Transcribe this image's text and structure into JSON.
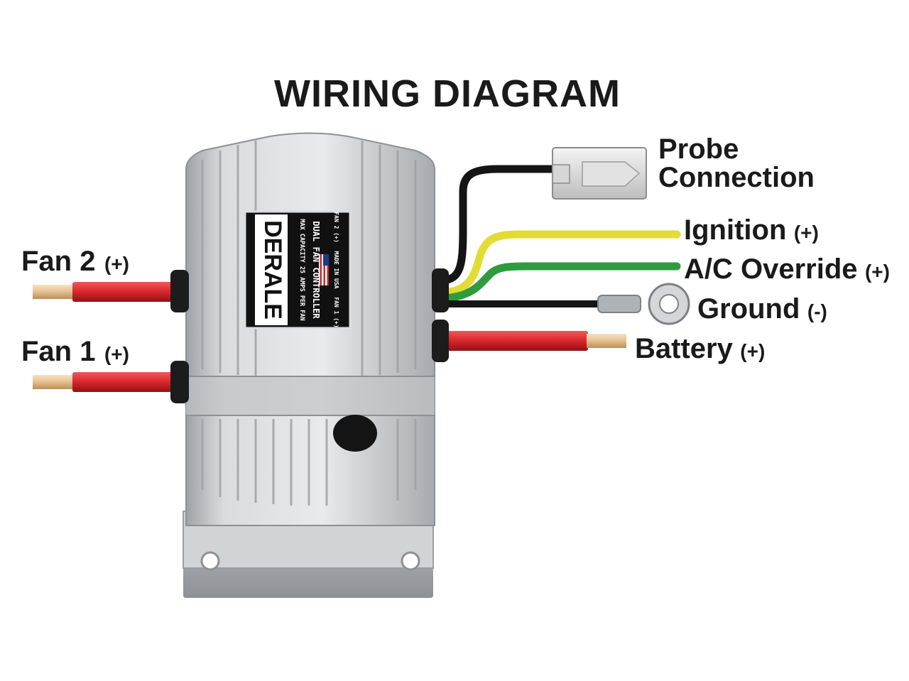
{
  "title": "WIRING DIAGRAM",
  "labels": {
    "fan2": "Fan 2",
    "fan2_polarity": "(+)",
    "fan1": "Fan 1",
    "fan1_polarity": "(+)",
    "probe_line1": "Probe",
    "probe_line2": "Connection",
    "ignition": "Ignition",
    "ignition_polarity": "(+)",
    "ac_override": "A/C Override",
    "ac_override_polarity": "(+)",
    "ground": "Ground",
    "ground_polarity": "(-)",
    "battery": "Battery",
    "battery_polarity": "(+)"
  },
  "plate": {
    "line_product": "DUAL FAN CONTROLLER",
    "line_capacity": "MAX CAPACITY 25 AMPS PER FAN",
    "fan2_mark": "FAN 2 (+)",
    "fan1_mark": "FAN 1 (+)",
    "made_in": "MADE IN USA"
  },
  "colors": {
    "wire_red": "#d9262a",
    "wire_yellow": "#e3dc33",
    "wire_green": "#2e9b3e",
    "wire_black": "#151515",
    "copper_tip": "#e8c79a",
    "housing": "#c9cccf"
  }
}
